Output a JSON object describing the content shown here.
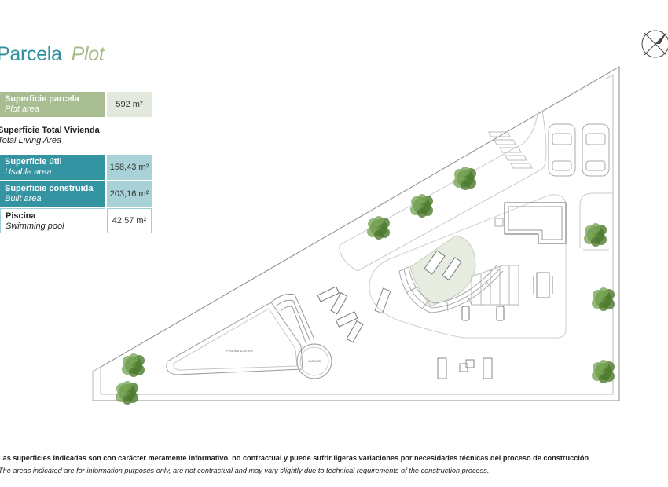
{
  "title": {
    "es": "Parcela",
    "en": "Plot"
  },
  "plot_row": {
    "label_es": "Superficie parcela",
    "label_en": "Plot area",
    "value": "592 m²"
  },
  "living_header": {
    "es": "Superficie Total Vivienda",
    "en": "Total Living Area"
  },
  "usable_row": {
    "label_es": "Superficie útil",
    "label_en": "Usable area",
    "value": "158,43 m²"
  },
  "built_row": {
    "label_es": "Superficie construida",
    "label_en": "Built area",
    "value": "203,16 m²"
  },
  "pool_row": {
    "label_es": "Piscina",
    "label_en": "Swimming pool",
    "value": "42,57 m²"
  },
  "plan": {
    "pool_label": "PISCINA 42,57 m2",
    "jacuzzi_label": "JACUZZI"
  },
  "disclaimer": {
    "es": "Las superficies indicadas son con carácter meramente informativo, no contractual y puede sufrir ligeras variaciones por necesidades técnicas del proceso de construcción",
    "en": "The areas indicated are for information purposes only, are not contractual and may vary slightly due to technical requirements of the construction process."
  },
  "colors": {
    "teal": "#3594a1",
    "green": "#a9bd92",
    "lawn": "#e6ece0",
    "tree": "#5c8c3a"
  }
}
